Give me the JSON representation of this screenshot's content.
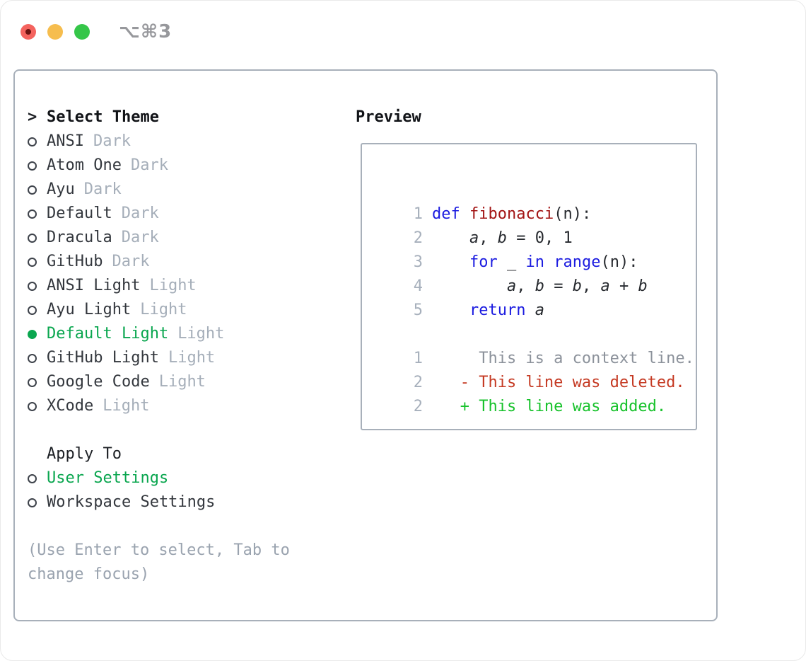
{
  "window": {
    "shortcut_label": "⌥⌘3",
    "traffic_lights": [
      "close",
      "minimize",
      "zoom"
    ]
  },
  "colors": {
    "border_gray": "#a8b0ba",
    "muted_gray": "#a5aeb9",
    "help_gray": "#9aa3af",
    "selected_green": "#0aa64f",
    "added_green": "#17c22b",
    "deleted_red": "#c53a23",
    "keyword_blue": "#1b1be0",
    "function_red": "#a31515",
    "traffic_red": "#f4635e",
    "traffic_yellow": "#f6bd4e",
    "traffic_green": "#35c649"
  },
  "theme_list": {
    "prompt": ">",
    "title": "Select Theme",
    "items": [
      {
        "name": "ANSI",
        "variant": "Dark",
        "selected": false
      },
      {
        "name": "Atom One",
        "variant": "Dark",
        "selected": false
      },
      {
        "name": "Ayu",
        "variant": "Dark",
        "selected": false
      },
      {
        "name": "Default",
        "variant": "Dark",
        "selected": false
      },
      {
        "name": "Dracula",
        "variant": "Dark",
        "selected": false
      },
      {
        "name": "GitHub",
        "variant": "Dark",
        "selected": false
      },
      {
        "name": "ANSI Light",
        "variant": "Light",
        "selected": false
      },
      {
        "name": "Ayu Light",
        "variant": "Light",
        "selected": false
      },
      {
        "name": "Default Light",
        "variant": "Light",
        "selected": true
      },
      {
        "name": "GitHub Light",
        "variant": "Light",
        "selected": false
      },
      {
        "name": "Google Code",
        "variant": "Light",
        "selected": false
      },
      {
        "name": "XCode",
        "variant": "Light",
        "selected": false
      }
    ]
  },
  "apply_to": {
    "title": "Apply To",
    "items": [
      {
        "label": "User Settings",
        "selected": true
      },
      {
        "label": "Workspace Settings",
        "selected": false
      }
    ]
  },
  "help": {
    "line1": "(Use Enter to select, Tab to",
    "line2": "change focus)"
  },
  "preview": {
    "title": "Preview",
    "code_lines": [
      {
        "num": "1",
        "tokens": [
          {
            "t": "def",
            "c": "kw"
          },
          {
            "t": " ",
            "c": "pl"
          },
          {
            "t": "fibonacci",
            "c": "fn"
          },
          {
            "t": "(n):",
            "c": "pl"
          }
        ]
      },
      {
        "num": "2",
        "tokens": [
          {
            "t": "    ",
            "c": "pl"
          },
          {
            "t": "a",
            "c": "var"
          },
          {
            "t": ", ",
            "c": "pl"
          },
          {
            "t": "b",
            "c": "var"
          },
          {
            "t": " = 0, 1",
            "c": "pl"
          }
        ]
      },
      {
        "num": "3",
        "tokens": [
          {
            "t": "    ",
            "c": "pl"
          },
          {
            "t": "for",
            "c": "kw"
          },
          {
            "t": " _ ",
            "c": "pl"
          },
          {
            "t": "in",
            "c": "kw"
          },
          {
            "t": " ",
            "c": "pl"
          },
          {
            "t": "range",
            "c": "kw"
          },
          {
            "t": "(n):",
            "c": "pl"
          }
        ]
      },
      {
        "num": "4",
        "tokens": [
          {
            "t": "        ",
            "c": "pl"
          },
          {
            "t": "a",
            "c": "var"
          },
          {
            "t": ", ",
            "c": "pl"
          },
          {
            "t": "b",
            "c": "var"
          },
          {
            "t": " = ",
            "c": "pl"
          },
          {
            "t": "b",
            "c": "var"
          },
          {
            "t": ", ",
            "c": "pl"
          },
          {
            "t": "a",
            "c": "var"
          },
          {
            "t": " + ",
            "c": "pl"
          },
          {
            "t": "b",
            "c": "var"
          }
        ]
      },
      {
        "num": "5",
        "tokens": [
          {
            "t": "    ",
            "c": "pl"
          },
          {
            "t": "return",
            "c": "kw"
          },
          {
            "t": " ",
            "c": "pl"
          },
          {
            "t": "a",
            "c": "var"
          }
        ]
      }
    ],
    "diff_lines": [
      {
        "num": "1",
        "text": "     This is a context line.",
        "kind": "context"
      },
      {
        "num": "2",
        "text": "   - This line was deleted.",
        "kind": "deleted"
      },
      {
        "num": "2",
        "text": "   + This line was added.",
        "kind": "added"
      }
    ]
  }
}
